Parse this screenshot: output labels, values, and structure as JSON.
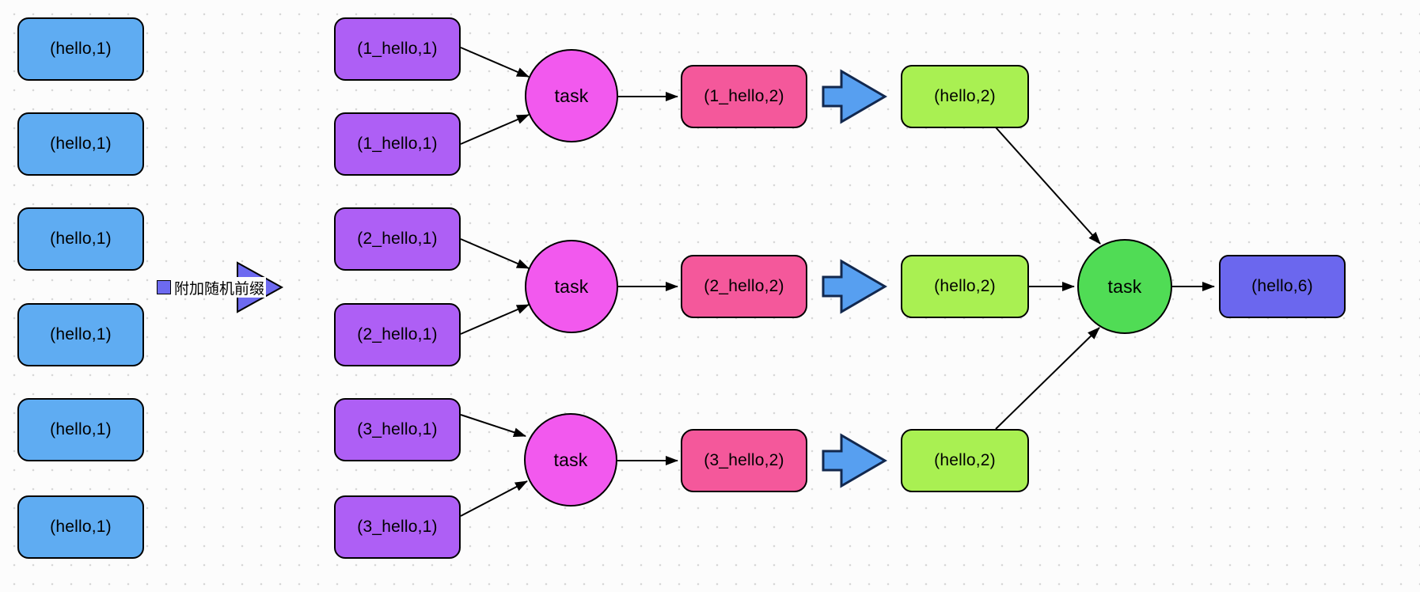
{
  "canvas": {
    "background": "#fcfcfc",
    "dot_color": "#d7d7d7"
  },
  "legend": {
    "prefix_step_label": "附加随机前缀",
    "prefix_icon": "square-and-right-triangle"
  },
  "nodes": {
    "inputs": [
      {
        "label": "(hello,1)"
      },
      {
        "label": "(hello,1)"
      },
      {
        "label": "(hello,1)"
      },
      {
        "label": "(hello,1)"
      },
      {
        "label": "(hello,1)"
      },
      {
        "label": "(hello,1)"
      }
    ],
    "prefixed": [
      {
        "label": "(1_hello,1)"
      },
      {
        "label": "(1_hello,1)"
      },
      {
        "label": "(2_hello,1)"
      },
      {
        "label": "(2_hello,1)"
      },
      {
        "label": "(3_hello,1)"
      },
      {
        "label": "(3_hello,1)"
      }
    ],
    "stage1_tasks": [
      {
        "label": "task"
      },
      {
        "label": "task"
      },
      {
        "label": "task"
      }
    ],
    "partial_counts": [
      {
        "label": "(1_hello,2)"
      },
      {
        "label": "(2_hello,2)"
      },
      {
        "label": "(3_hello,2)"
      }
    ],
    "deprefixed": [
      {
        "label": "(hello,2)"
      },
      {
        "label": "(hello,2)"
      },
      {
        "label": "(hello,2)"
      }
    ],
    "stage2_task": {
      "label": "task"
    },
    "result": {
      "label": "(hello,6)"
    }
  },
  "colors": {
    "input_box": "#5facf2",
    "prefixed_box": "#ae5ff5",
    "stage1_task_circle": "#f259ee",
    "partial_count_box": "#f4589b",
    "shuffle_block_arrow": "#579ff0",
    "deprefixed_box": "#a9f052",
    "stage2_task_circle": "#50dc55",
    "result_box": "#6b67ee",
    "prefix_icon": "#6d6af0",
    "connector": "#000000"
  }
}
